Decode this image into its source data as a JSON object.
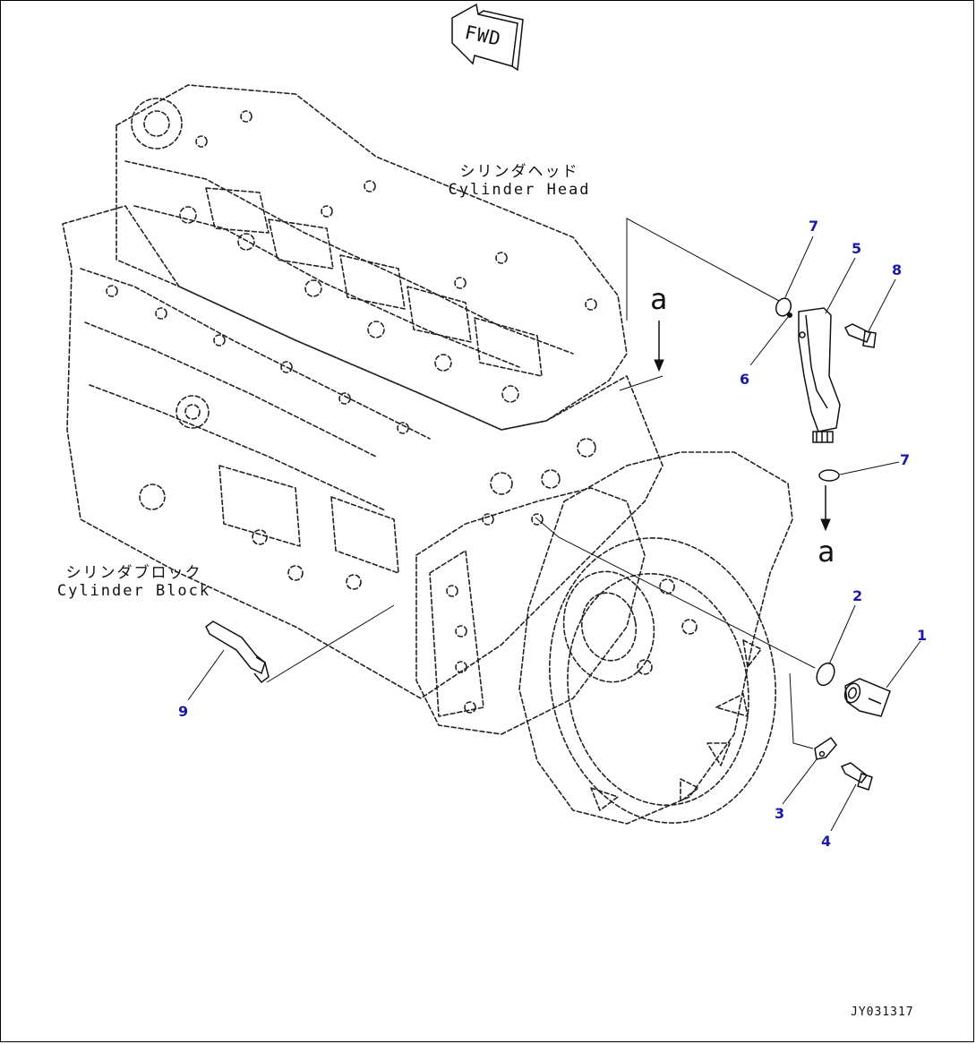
{
  "fwd_label": "FWD",
  "cylinder_head": {
    "japanese": "シリンダヘッド",
    "english": "Cylinder Head"
  },
  "cylinder_block": {
    "japanese": "シリンダブロック",
    "english": "Cylinder Block"
  },
  "view_letters": {
    "top": "a",
    "bottom": "a"
  },
  "callouts": [
    "1",
    "2",
    "3",
    "4",
    "5",
    "6",
    "7",
    "7",
    "8",
    "9"
  ],
  "callout_color": "#1a1aa8",
  "drawing_code": "JY031317"
}
